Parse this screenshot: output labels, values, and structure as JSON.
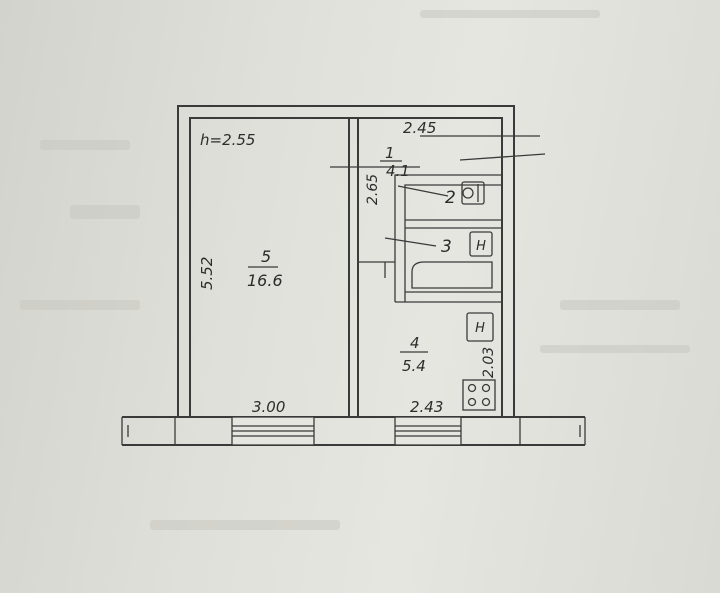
{
  "plan": {
    "ceiling_height": "h=2.55",
    "rooms": [
      {
        "number": "1",
        "area": "4.1"
      },
      {
        "number": "2",
        "area": ""
      },
      {
        "number": "3",
        "area": ""
      },
      {
        "number": "4",
        "area": "5.4"
      },
      {
        "number": "5",
        "area": "16.6"
      }
    ],
    "dimensions": {
      "hall_width": "2.45",
      "hall_length": "2.65",
      "room_length": "5.52",
      "room_width": "3.00",
      "kitchen_width": "2.43",
      "kitchen_length": "2.03"
    },
    "fixture_label": "Н"
  }
}
